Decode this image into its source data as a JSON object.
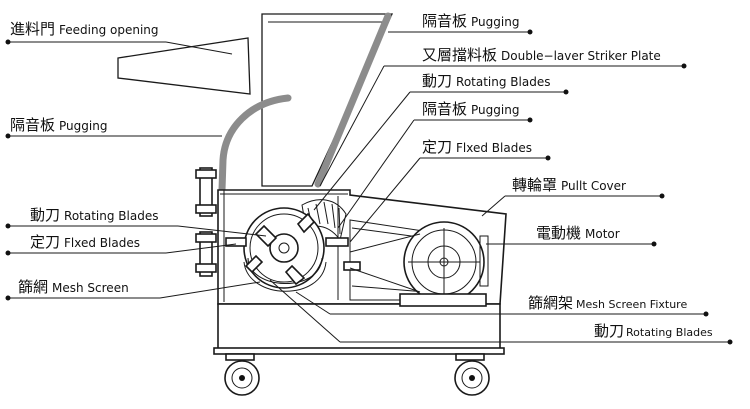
{
  "labels": {
    "feeding_opening": {
      "zh": "進料門",
      "en": "Feeding opening"
    },
    "pugging_top": {
      "zh": "隔音板",
      "en": "Pugging"
    },
    "double_layer_plate": {
      "zh": "又層擋料板",
      "en": "Double−laver Striker Plate"
    },
    "rotating_blades_top": {
      "zh": "動刀",
      "en": "Rotating Blades"
    },
    "pugging_left": {
      "zh": "隔音板",
      "en": "Pugging"
    },
    "pugging_mid": {
      "zh": "隔音板",
      "en": "Pugging"
    },
    "fixed_blades_right": {
      "zh": "定刀",
      "en": "Flxed Blades"
    },
    "pulley_cover": {
      "zh": "轉輪罩",
      "en": "Pullt Cover"
    },
    "rotating_blades_left": {
      "zh": "動刀",
      "en": "Rotating Blades"
    },
    "motor": {
      "zh": "電動機",
      "en": "Motor"
    },
    "fixed_blades_left": {
      "zh": "定刀",
      "en": "Flxed Blades"
    },
    "mesh_screen": {
      "zh": "篩網",
      "en": "Mesh Screen"
    },
    "mesh_screen_fixture": {
      "zh": "篩網架",
      "en": "Mesh Screen Fixture"
    },
    "rotating_blades_bottom": {
      "zh": "動刀",
      "en": "Rotating Blades"
    }
  },
  "colors": {
    "line": "#1a1a1a",
    "pugging": "#8c8c8c",
    "text": "#111111",
    "background": "#ffffff"
  }
}
